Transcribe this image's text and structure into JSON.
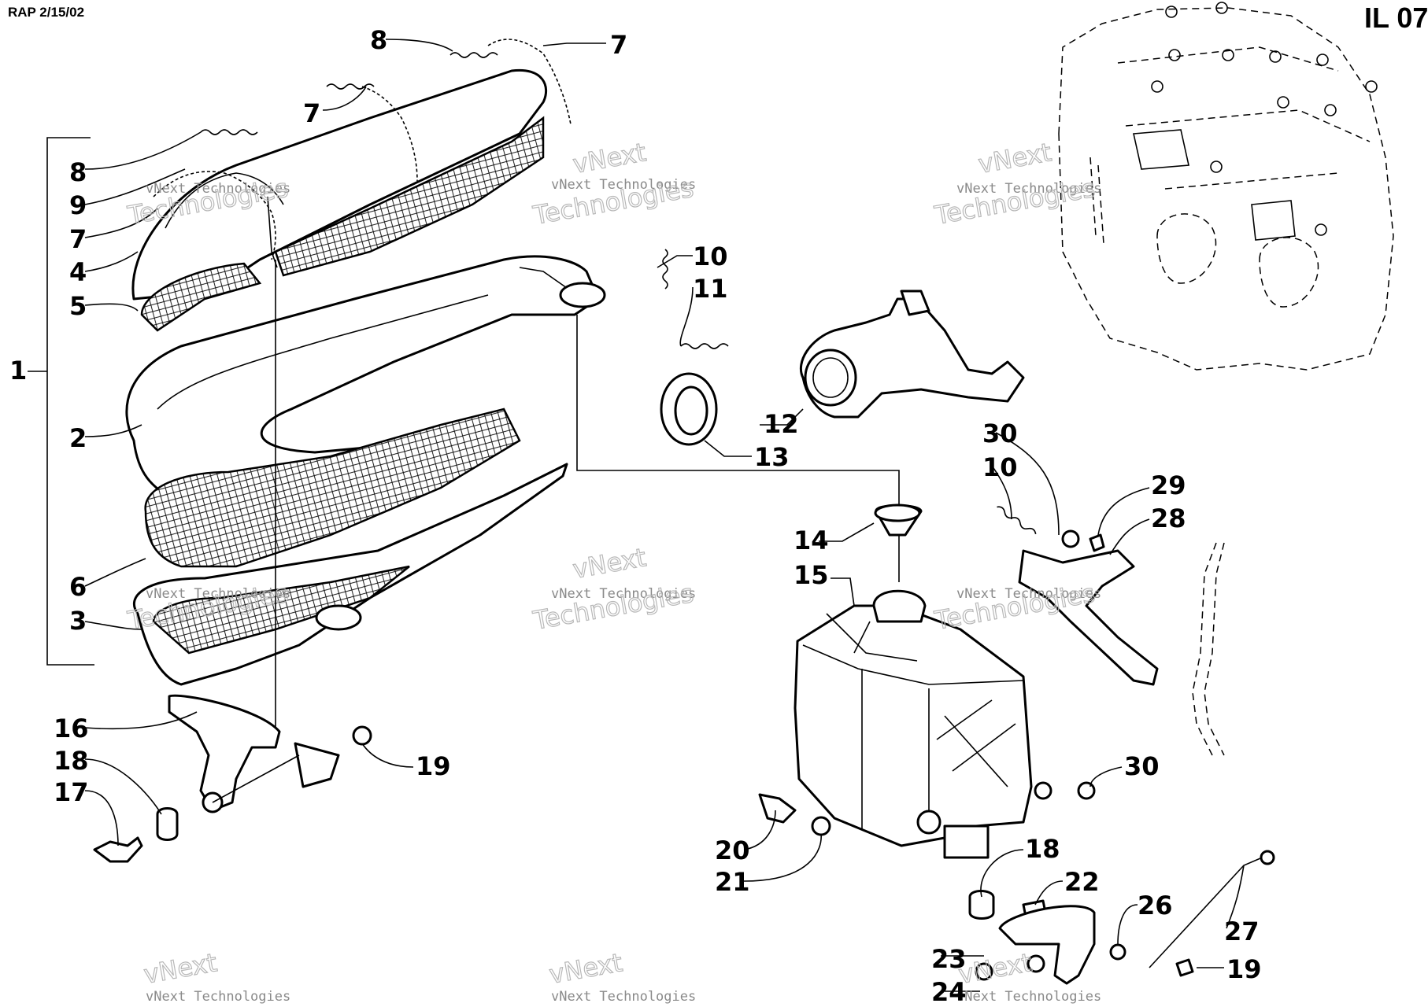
{
  "header": {
    "date_code": "RAP 2/15/02",
    "illustration_id": "IL 07"
  },
  "watermark": {
    "line1": "vNext Technologies",
    "line2": "Technologies",
    "line3": "vNext"
  },
  "callouts": {
    "c1": "1",
    "c2": "2",
    "c3": "3",
    "c4": "4",
    "c5": "5",
    "c6": "6",
    "c7a": "7",
    "c7b": "7",
    "c7c": "7",
    "c8a": "8",
    "c8b": "8",
    "c9": "9",
    "c10a": "10",
    "c10b": "10",
    "c11": "11",
    "c12": "12",
    "c13": "13",
    "c14": "14",
    "c15": "15",
    "c16": "16",
    "c17": "17",
    "c18a": "18",
    "c18b": "18",
    "c19a": "19",
    "c19b": "19",
    "c20": "20",
    "c21": "21",
    "c22": "22",
    "c23": "23",
    "c24": "24",
    "c26": "26",
    "c27": "27",
    "c28": "28",
    "c29": "29",
    "c30a": "30",
    "c30b": "30"
  }
}
